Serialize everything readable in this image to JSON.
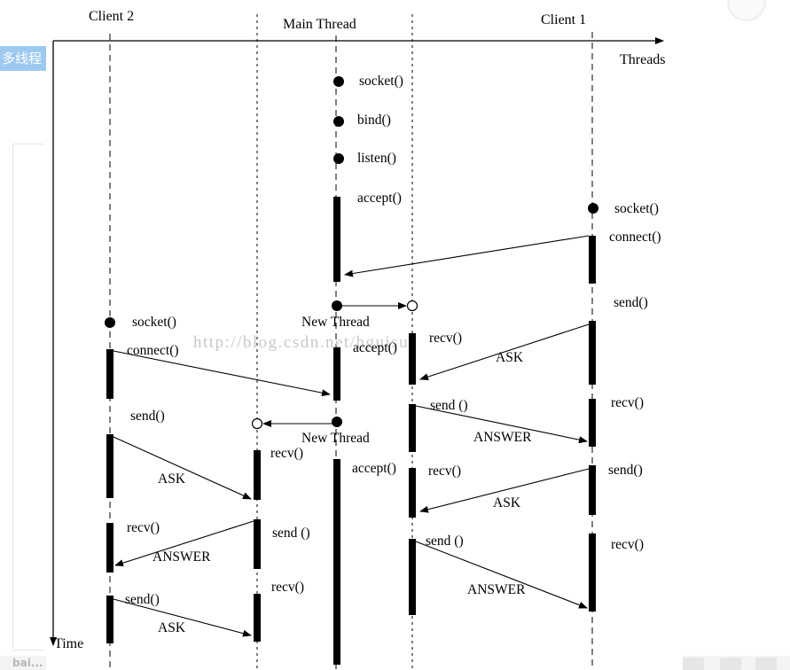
{
  "page": {
    "side_tag": "多线程",
    "bottom_brand": "bai..."
  },
  "diagram": {
    "title_left": "Client 2",
    "title_main": "Main Thread",
    "title_right": "Client 1",
    "axis_x_label": "Threads",
    "axis_y_label": "Time",
    "watermark": "http://blog.csdn.net/hguisu",
    "labels": {
      "main_socket": "socket()",
      "main_bind": "bind()",
      "main_listen": "listen()",
      "main_accept1": "accept()",
      "main_accept2": "accept()",
      "new_thread1": "New Thread",
      "new_thread2": "New Thread",
      "c1_socket": "socket()",
      "c1_connect": "connect()",
      "c1_send1": "send()",
      "c1_recv1": "recv()",
      "c1_send2": "send()",
      "c1_recv2": "recv()",
      "t1_recv1": "recv()",
      "t1_send1": "send ()",
      "t1_accept": "accept()",
      "t1_recv2": "recv()",
      "t1_send2": "send ()",
      "msg_ask1": "ASK",
      "msg_answer1": "ANSWER",
      "msg_ask2": "ASK",
      "msg_answer2": "ANSWER",
      "c2_socket": "socket()",
      "c2_connect": "connect()",
      "c2_send1": "send()",
      "c2_recv1": "recv()",
      "c2_send2": "send()",
      "t2_recv1": "recv()",
      "t2_send1": "send ()",
      "t2_recv2": "recv()",
      "msg_ask3": "ASK",
      "msg_answer3": "ANSWER",
      "msg_ask4": "ASK"
    }
  }
}
